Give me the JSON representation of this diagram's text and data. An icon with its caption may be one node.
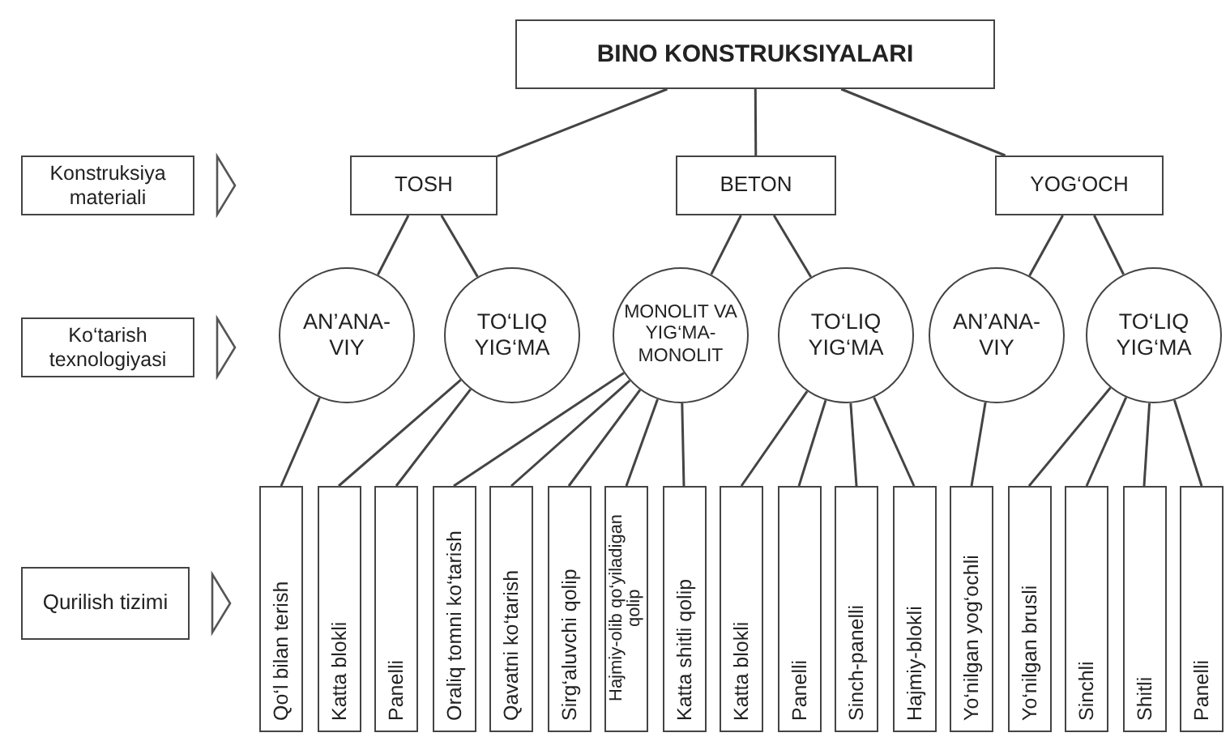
{
  "diagram": {
    "nodes": [
      {
        "text": [
          "BINO KONSTRUKSIYALARI"
        ]
      },
      {
        "text": [
          "Konstruksiya materiali"
        ]
      },
      {
        "text": [
          "TOSH"
        ]
      },
      {
        "text": [
          "BETON"
        ]
      },
      {
        "text": [
          "YOG‘OCH"
        ]
      },
      {
        "text": [
          "Ko‘tarish texnologiyasi"
        ]
      },
      {
        "text": [
          "AN’ANA- VIY"
        ]
      },
      {
        "text": [
          "TO‘LIQ YIG‘MA"
        ]
      },
      {
        "text": [
          "MONOLIT VA YIG‘MA- MONOLIT"
        ]
      },
      {
        "text": [
          "TO‘LIQ YIG‘MA"
        ]
      },
      {
        "text": [
          "AN’ANA- VIY"
        ]
      },
      {
        "text": [
          "TO‘LIQ YIG‘MA"
        ]
      },
      {
        "text": [
          "Qurilish tizimi"
        ]
      },
      {
        "text": [
          "Qo‘l bilan terish"
        ]
      },
      {
        "text": [
          "Katta blokli"
        ]
      },
      {
        "text": [
          "Panelli"
        ]
      },
      {
        "text": [
          "Oraliq tomni ko‘tarish"
        ]
      },
      {
        "text": [
          "Qavatni ko‘tarish"
        ]
      },
      {
        "text": [
          "Sirg‘aluvchi qolip"
        ]
      },
      {
        "text": [
          "Hajmiy-olib qo‘yiladigan qolip"
        ]
      },
      {
        "text": [
          "Katta shitli qolip"
        ]
      },
      {
        "text": [
          "Katta blokli"
        ]
      },
      {
        "text": [
          "Panelli"
        ]
      },
      {
        "text": [
          "Sinch-panelli"
        ]
      },
      {
        "text": [
          "Hajmiy-blokli"
        ]
      },
      {
        "text": [
          "Yo‘nilgan yog‘ochli"
        ]
      },
      {
        "text": [
          "Yo‘nilgan brusli"
        ]
      },
      {
        "text": [
          "Sinchli"
        ]
      },
      {
        "text": [
          "Shitli"
        ]
      },
      {
        "text": [
          "Panelli"
        ]
      }
    ],
    "edges": [
      {
        "from": 0,
        "to": 2,
        "arrow": "none"
      },
      {
        "from": 0,
        "to": 3,
        "arrow": "none"
      },
      {
        "from": 0,
        "to": 4,
        "arrow": "none"
      },
      {
        "from": 2,
        "to": 6,
        "arrow": "none"
      },
      {
        "from": 2,
        "to": 7,
        "arrow": "none"
      },
      {
        "from": 3,
        "to": 8,
        "arrow": "none"
      },
      {
        "from": 3,
        "to": 9,
        "arrow": "none"
      },
      {
        "from": 4,
        "to": 10,
        "arrow": "none"
      },
      {
        "from": 4,
        "to": 11,
        "arrow": "none"
      },
      {
        "from": 6,
        "to": 13,
        "arrow": "none"
      },
      {
        "from": 7,
        "to": 14,
        "arrow": "none"
      },
      {
        "from": 7,
        "to": 15,
        "arrow": "none"
      },
      {
        "from": 8,
        "to": 16,
        "arrow": "none"
      },
      {
        "from": 8,
        "to": 17,
        "arrow": "none"
      },
      {
        "from": 8,
        "to": 18,
        "arrow": "none"
      },
      {
        "from": 8,
        "to": 19,
        "arrow": "none"
      },
      {
        "from": 8,
        "to": 20,
        "arrow": "none"
      },
      {
        "from": 9,
        "to": 21,
        "arrow": "none"
      },
      {
        "from": 9,
        "to": 22,
        "arrow": "none"
      },
      {
        "from": 9,
        "to": 23,
        "arrow": "none"
      },
      {
        "from": 9,
        "to": 24,
        "arrow": "none"
      },
      {
        "from": 10,
        "to": 25,
        "arrow": "none"
      },
      {
        "from": 11,
        "to": 26,
        "arrow": "none"
      },
      {
        "from": 11,
        "to": 27,
        "arrow": "none"
      },
      {
        "from": 11,
        "to": 28,
        "arrow": "none"
      },
      {
        "from": 11,
        "to": 29,
        "arrow": "none"
      }
    ]
  }
}
